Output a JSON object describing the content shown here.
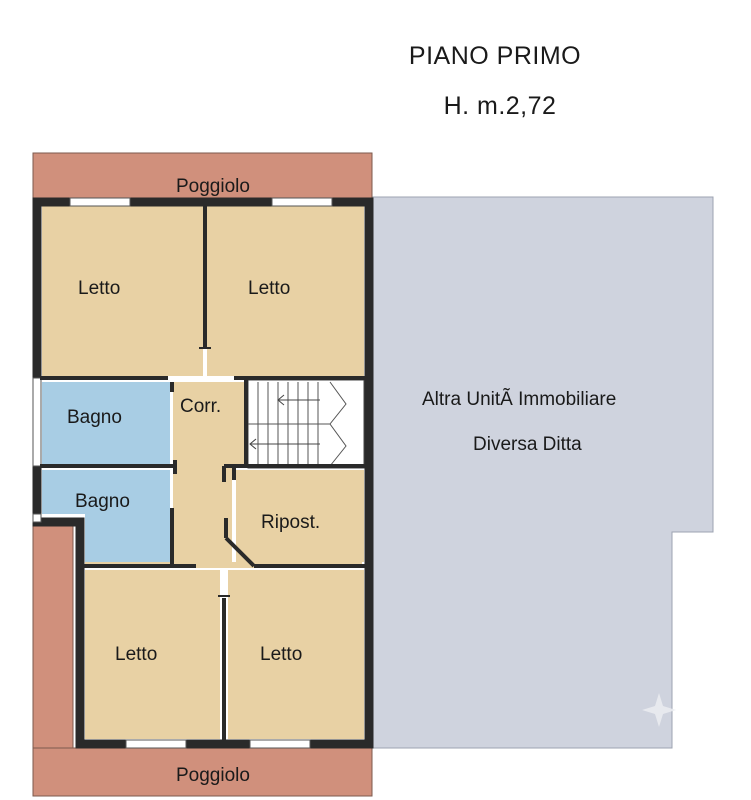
{
  "header": {
    "title": "PIANO PRIMO",
    "height": "H. m.2,72"
  },
  "rooms": {
    "letto_top_left": "Letto",
    "letto_top_right": "Letto",
    "bagno_upper": "Bagno",
    "corridoio": "Corr.",
    "bagno_lower": "Bagno",
    "ripostiglio": "Ripost.",
    "letto_bottom_left": "Letto",
    "letto_bottom_right": "Letto"
  },
  "balconies": {
    "top": "Poggiolo",
    "bottom": "Poggiolo"
  },
  "other_unit": {
    "line1": "Altra UnitÃ Immobiliare",
    "line2": "Diversa Ditta"
  },
  "colors": {
    "room_fill": "#e8d1a4",
    "bath_fill": "#a8cde4",
    "balcony_fill": "#d0907c",
    "other_unit_fill": "#cfd3de",
    "wall": "#2a2a2a"
  }
}
